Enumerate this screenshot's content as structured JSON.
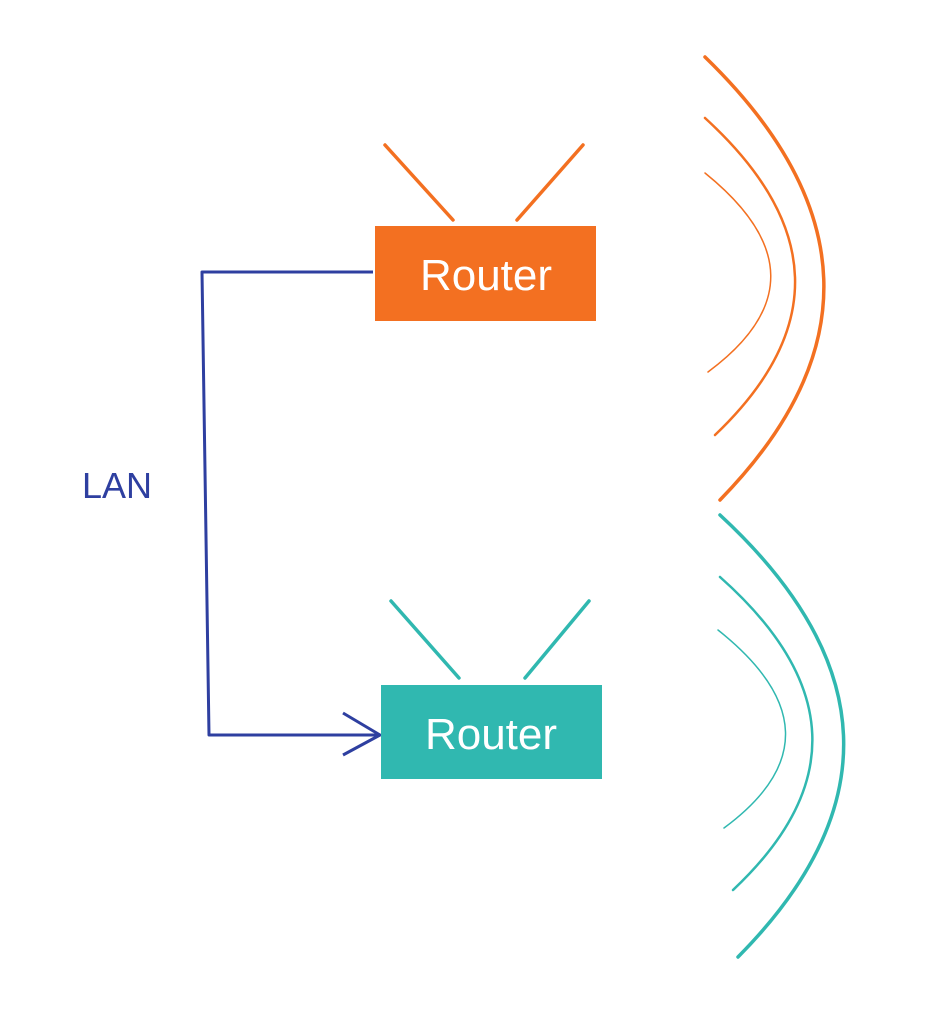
{
  "diagram": {
    "lan_label": "LAN",
    "routers": [
      {
        "label": "Router",
        "color": "#F37021"
      },
      {
        "label": "Router",
        "color": "#30B8B0"
      }
    ],
    "link_color": "#2E3FA0",
    "icons": {
      "antenna": "antenna-icon",
      "signal": "wifi-signal-icon",
      "arrow": "arrow-head-icon"
    }
  }
}
